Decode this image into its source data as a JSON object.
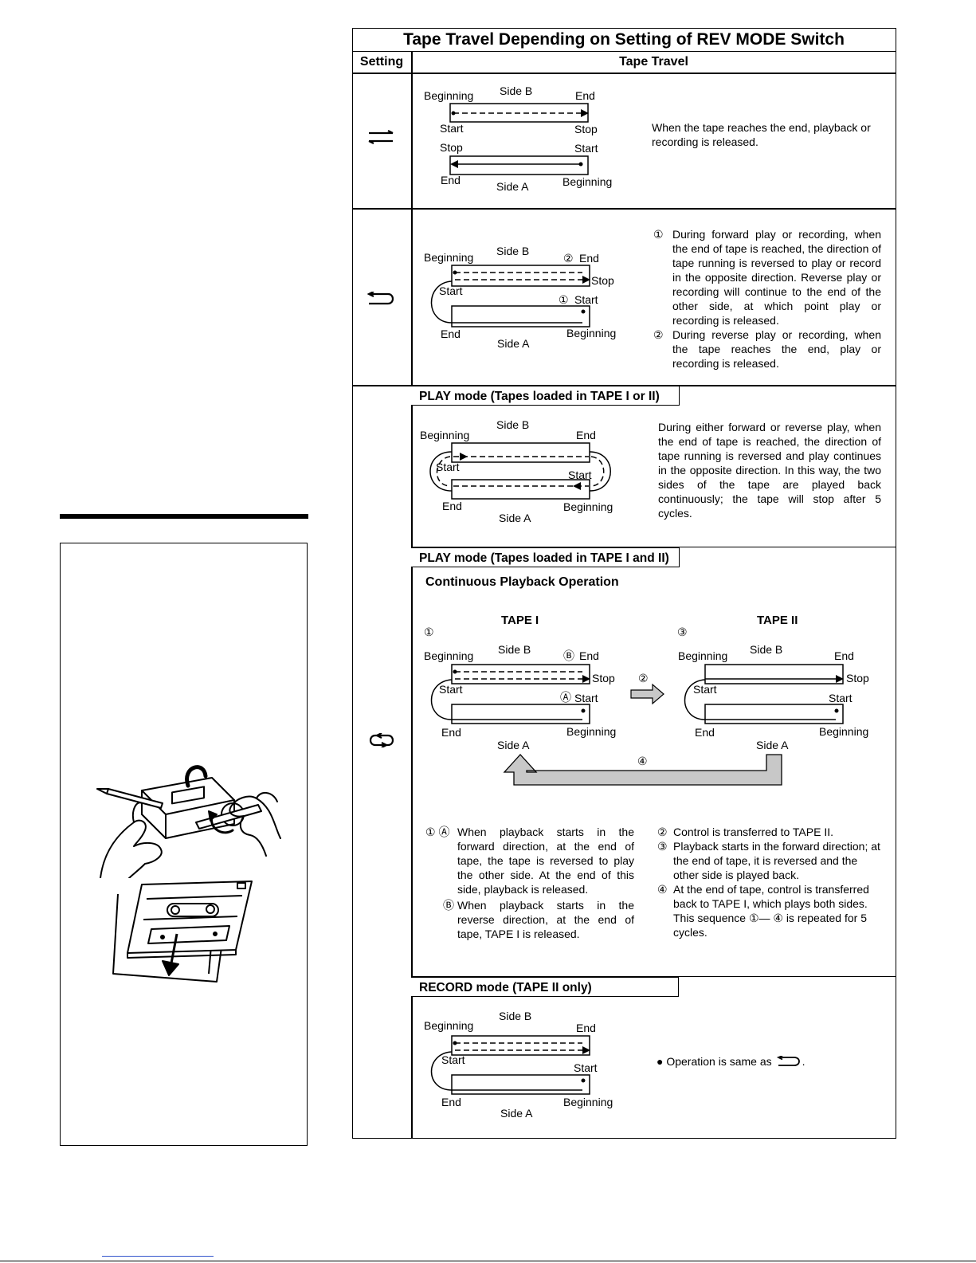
{
  "table": {
    "title": "Tape Travel Depending on Setting of REV MODE Switch",
    "col_setting": "Setting",
    "col_travel": "Tape Travel"
  },
  "labels": {
    "beginning": "Beginning",
    "end": "End",
    "start": "Start",
    "stop": "Stop",
    "side_a": "Side A",
    "side_b": "Side B",
    "tape1": "TAPE I",
    "tape2": "TAPE II",
    "c1": "①",
    "c2": "②",
    "c3": "③",
    "c4": "④",
    "cA": "Ⓐ",
    "cB": "Ⓑ"
  },
  "row1": {
    "icon": "one-way-icon",
    "description": "When the tape reaches the end, playback or recording is released."
  },
  "row2": {
    "icon": "one-reverse-icon",
    "items": [
      {
        "num": "①",
        "text": "During forward play or recording, when the end of tape is reached, the direction of tape running is reversed to play or record in the opposite direction. Reverse play or recording will continue to the end of the other side, at which point play or recording is released."
      },
      {
        "num": "②",
        "text": "During reverse play or recording, when the tape reaches the end, play or recording is released."
      }
    ]
  },
  "row3": {
    "icon": "continuous-reverse-icon",
    "play1": {
      "heading": "PLAY mode (Tapes loaded in TAPE I or II)",
      "description": "During either forward or reverse play, when the end of tape is reached, the direction of tape running is reversed and play continues in the opposite direction. In this way, the two sides of the tape are played back continuously; the tape will stop after 5 cycles."
    },
    "play2": {
      "heading": "PLAY mode (Tapes loaded in TAPE I and II)",
      "subheading": "Continuous Playback Operation",
      "left_items": [
        {
          "num": "① Ⓐ",
          "text": "When playback starts in the forward direction, at the end of tape, the tape is reversed to play the other side. At the end of this side, playback is released."
        },
        {
          "num": "Ⓑ",
          "text": "When playback starts in the reverse direction, at the end of tape, TAPE I is released."
        }
      ],
      "right_items": [
        {
          "num": "②",
          "text": "Control is transferred to TAPE II."
        },
        {
          "num": "③",
          "text": "Playback starts in the forward direction; at the end of tape, it is reversed and the other side is played back."
        },
        {
          "num": "④",
          "text": "At the end of tape, control is transferred back to TAPE I, which plays both sides. This sequence ①— ④ is repeated for 5 cycles."
        }
      ]
    },
    "record": {
      "heading": "RECORD mode (TAPE II only)",
      "note_prefix": "● Operation is same as"
    }
  },
  "side_panel": {
    "illustrations": [
      "hand-pencil-cassette-illustration",
      "cassette-insert-illustration"
    ]
  }
}
